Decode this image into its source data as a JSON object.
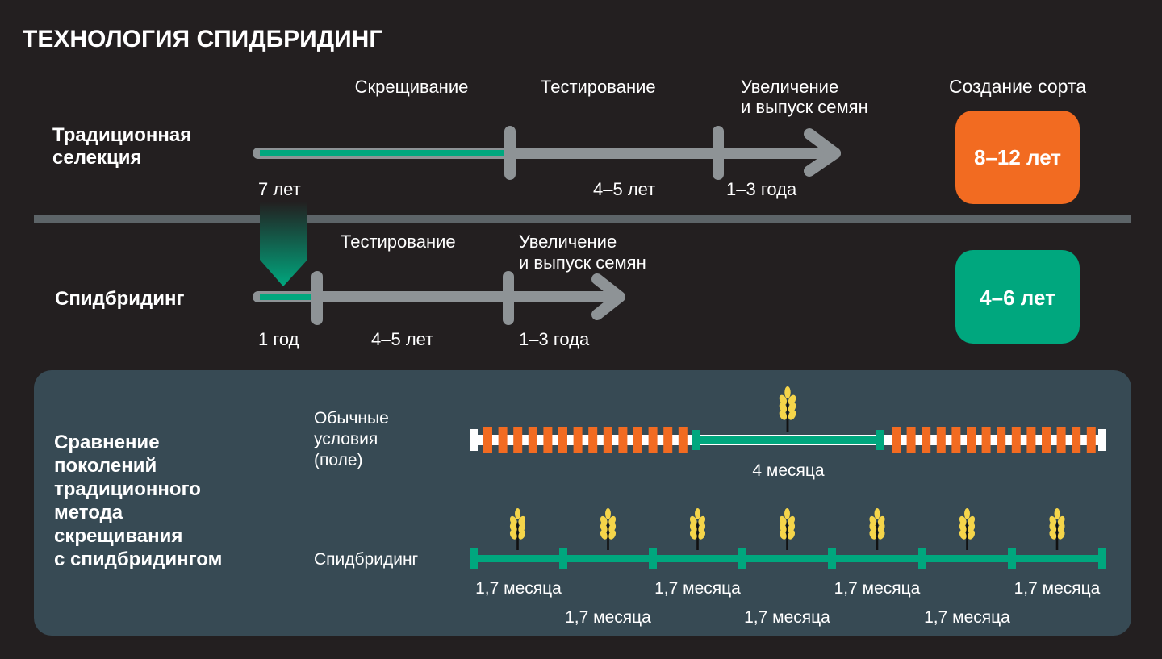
{
  "title": "ТЕХНОЛОГИЯ СПИДБРИДИНГ",
  "colors": {
    "background": "#231f20",
    "green": "#00a77e",
    "orange": "#f26b21",
    "gray": "#8e9396",
    "panel": "#374a54",
    "wheat": "#f5d54a"
  },
  "traditional": {
    "label_lines": [
      "Традиционная",
      "селекция"
    ],
    "stages": [
      "Скрещивание",
      "Тестирование"
    ],
    "stage3_lines": [
      "Увеличение",
      "и выпуск семян"
    ],
    "durations": [
      "7 лет",
      "4–5 лет",
      "1–3 года"
    ],
    "result_header": "Создание сорта",
    "result": "8–12 лет"
  },
  "speed": {
    "label": "Спидбридинг",
    "stages": [
      "Тестирование"
    ],
    "stage2_lines": [
      "Увеличение",
      "и выпуск семян"
    ],
    "durations": [
      "1 год",
      "4–5 лет",
      "1–3 года"
    ],
    "result": "4–6 лет"
  },
  "comparison": {
    "title_lines": [
      "Сравнение",
      "поколений",
      "традиционного",
      "метода",
      "скрещивания",
      "с спидбридингом"
    ],
    "field_label_lines": [
      "Обычные",
      "условия",
      "(поле)"
    ],
    "field_duration": "4 месяца",
    "speed_label": "Спидбридинг",
    "speed_durations": [
      "1,7 месяца",
      "1,7 месяца",
      "1,7 месяца",
      "1,7 месяца",
      "1,7 месяца",
      "1,7 месяца",
      "1,7 месяца"
    ]
  }
}
